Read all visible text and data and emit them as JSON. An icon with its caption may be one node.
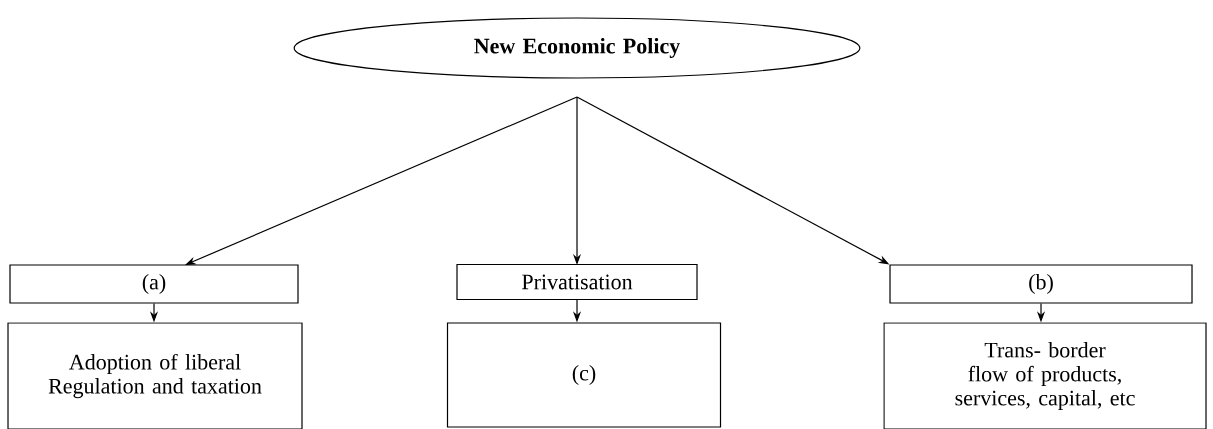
{
  "diagram": {
    "nodes": [
      {
        "text": [
          "New Economic Policy"
        ]
      },
      {
        "text": [
          "(a)"
        ]
      },
      {
        "text": [
          "Privatisation"
        ]
      },
      {
        "text": [
          "(b)"
        ]
      },
      {
        "text": [
          "Adoption of liberal Regulation and taxation"
        ]
      },
      {
        "text": [
          "(c)"
        ]
      },
      {
        "text": [
          "Trans- border flow of products, services, capital, etc"
        ]
      }
    ],
    "edges": [
      {
        "from": 0,
        "to": 1,
        "arrow": "to"
      },
      {
        "from": 0,
        "to": 2,
        "arrow": "to"
      },
      {
        "from": 0,
        "to": 3,
        "arrow": "to"
      },
      {
        "from": 1,
        "to": 4,
        "arrow": "to"
      },
      {
        "from": 2,
        "to": 5,
        "arrow": "to"
      },
      {
        "from": 3,
        "to": 6,
        "arrow": "to"
      }
    ]
  }
}
